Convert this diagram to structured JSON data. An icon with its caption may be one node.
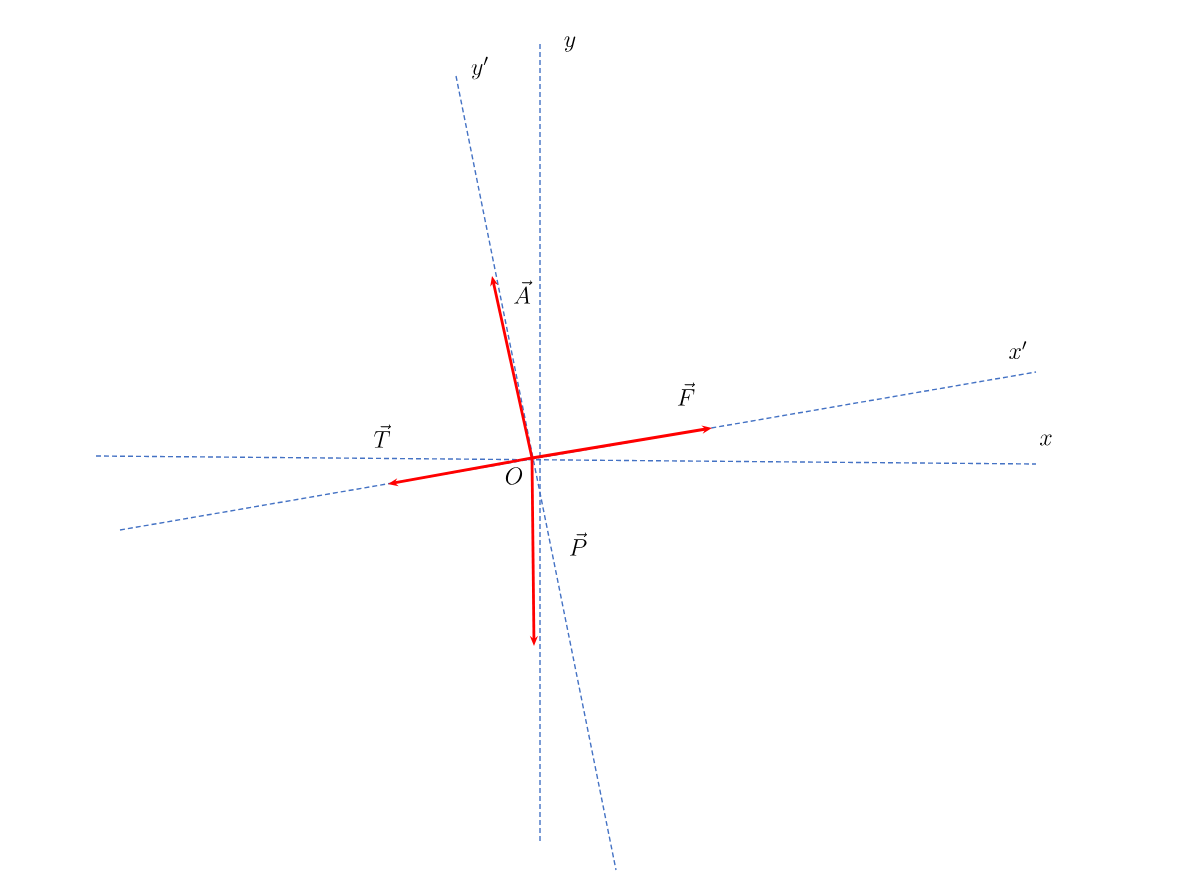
{
  "diagram": {
    "labels": [
      "y'",
      "y",
      "\\vec{A}",
      "\\vec{F}",
      "x'",
      "x",
      "\\vec{T}",
      "O",
      "\\vec{P}"
    ]
  }
}
